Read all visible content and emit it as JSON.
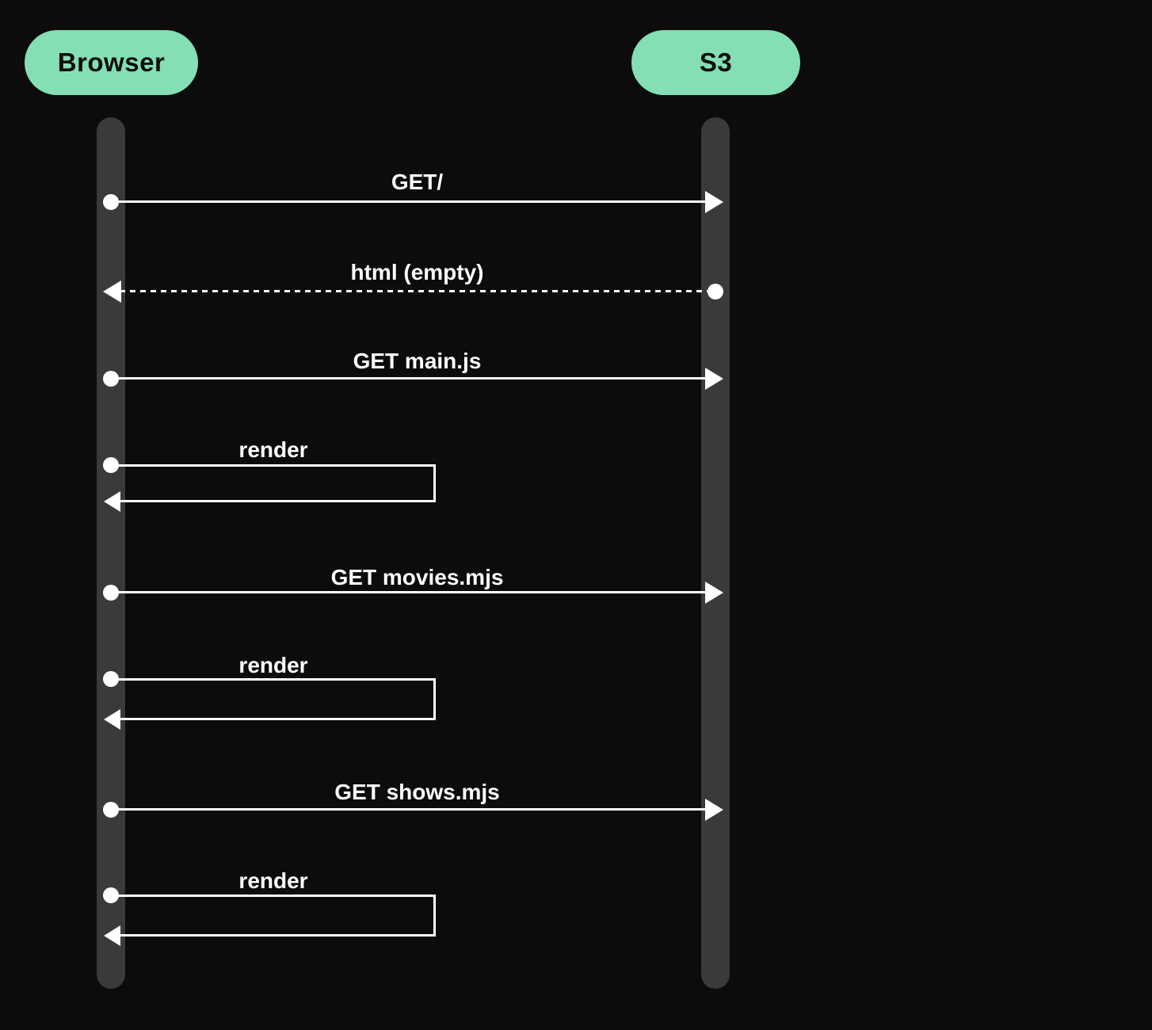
{
  "diagram": {
    "kind": "sequence-diagram",
    "actors": [
      {
        "id": "browser",
        "label": "Browser"
      },
      {
        "id": "s3",
        "label": "S3"
      }
    ],
    "messages": [
      {
        "label": "GET/",
        "from": "Browser",
        "to": "S3",
        "line_style": "solid",
        "direction": "right"
      },
      {
        "label": "html (empty)",
        "from": "S3",
        "to": "Browser",
        "line_style": "dashed",
        "direction": "left"
      },
      {
        "label": "GET main.js",
        "from": "Browser",
        "to": "S3",
        "line_style": "solid",
        "direction": "right"
      },
      {
        "label": "render",
        "from": "Browser",
        "to": "Browser",
        "line_style": "solid",
        "direction": "self"
      },
      {
        "label": "GET movies.mjs",
        "from": "Browser",
        "to": "S3",
        "line_style": "solid",
        "direction": "right"
      },
      {
        "label": "render",
        "from": "Browser",
        "to": "Browser",
        "line_style": "solid",
        "direction": "self"
      },
      {
        "label": "GET shows.mjs",
        "from": "Browser",
        "to": "S3",
        "line_style": "solid",
        "direction": "right"
      },
      {
        "label": "render",
        "from": "Browser",
        "to": "Browser",
        "line_style": "solid",
        "direction": "self"
      }
    ],
    "colors": {
      "background": "#0c0c0c",
      "actor_fill": "#84dfb4",
      "actor_text": "#0d0d0d",
      "lifeline": "#3a3a3a",
      "message": "#ffffff"
    }
  }
}
